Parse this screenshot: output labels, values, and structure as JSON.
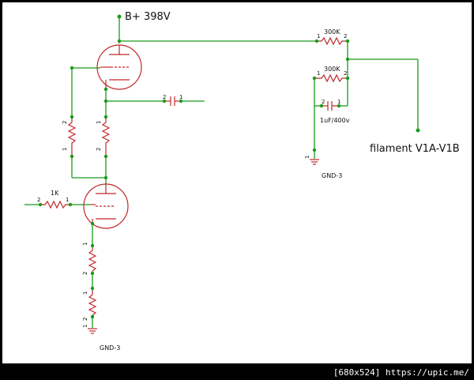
{
  "labels": {
    "supply": "B+ 398V",
    "filament": "filament V1A-V1B",
    "r_top": "300K",
    "r_mid": "300K",
    "cap_right": "1uF/400v",
    "r_grid": "1K",
    "gnd_right": "GND-3",
    "gnd_bottom": "GND-3"
  },
  "pins": {
    "one": "1",
    "two": "2"
  },
  "footer": "[680x524] https://upic.me/"
}
